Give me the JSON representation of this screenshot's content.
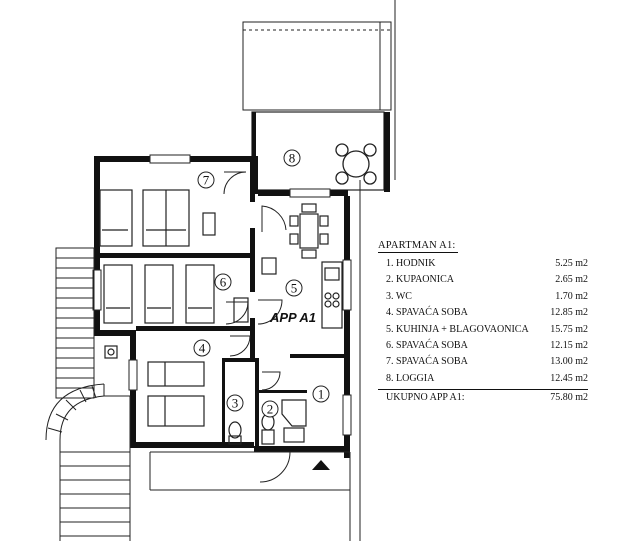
{
  "plan": {
    "app_label": "APP A1",
    "room_numbers": [
      "1",
      "2",
      "3",
      "4",
      "5",
      "6",
      "7",
      "8"
    ]
  },
  "legend": {
    "title": "APARTMAN A1:",
    "rows": [
      {
        "name": "1. HODNIK",
        "area": "5.25 m2"
      },
      {
        "name": "2. KUPAONICA",
        "area": "2.65 m2"
      },
      {
        "name": "3. WC",
        "area": "1.70 m2"
      },
      {
        "name": "4. SPAVAĆA SOBA",
        "area": "12.85 m2"
      },
      {
        "name": "5. KUHINJA + BLAGOVAONICA",
        "area": "15.75 m2"
      },
      {
        "name": "6. SPAVAĆA SOBA",
        "area": "12.15 m2"
      },
      {
        "name": "7. SPAVAĆA SOBA",
        "area": "13.00 m2"
      },
      {
        "name": "8. LOGGIA",
        "area": "12.45 m2"
      }
    ],
    "total_label": "UKUPNO APP A1:",
    "total_area": "75.80 m2"
  }
}
